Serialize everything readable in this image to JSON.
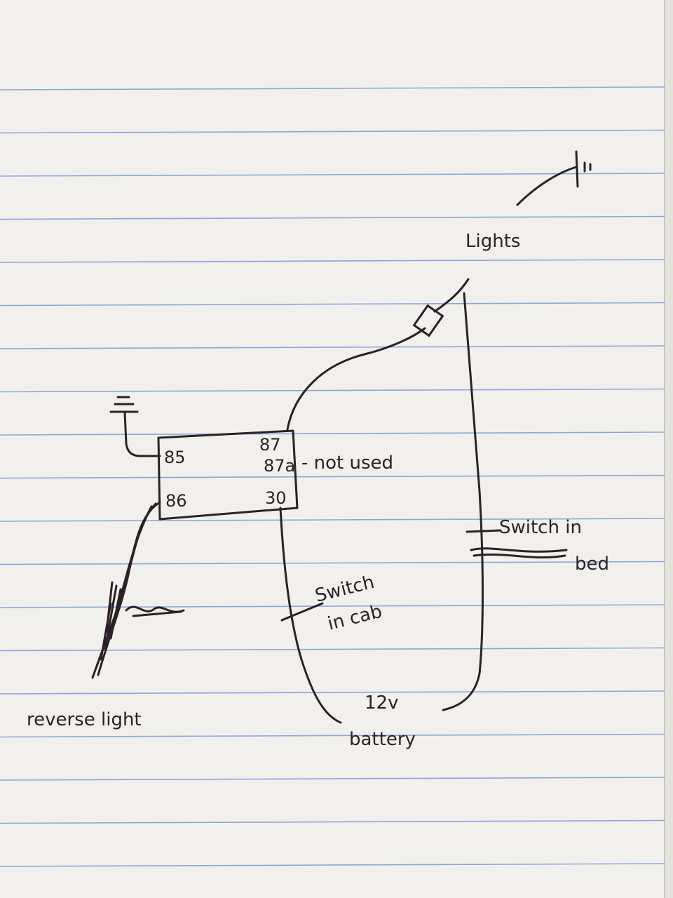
{
  "relay": {
    "pins": {
      "p85": "85",
      "p86": "86",
      "p87": "87",
      "p87a": "87a",
      "p30": "30"
    }
  },
  "labels": {
    "not_used": "- not used",
    "lights": "Lights",
    "switch_in_cab_1": "Switch",
    "switch_in_cab_2": "in cab",
    "switch_in_bed_1": "Switch in",
    "switch_in_bed_2": "bed",
    "battery_1": "12v",
    "battery_2": "battery",
    "reverse_light": "reverse light"
  },
  "colors": {
    "paper": "#f1f0ed",
    "ruled_line": "#6f8fd0",
    "ink": "#2b2126"
  }
}
